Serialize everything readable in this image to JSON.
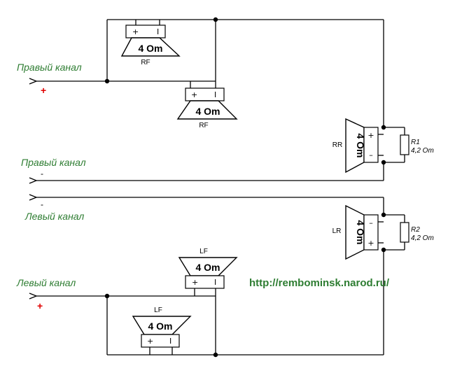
{
  "channels": {
    "right_plus_label": "Правый канал",
    "right_minus_label": "Правый канал",
    "left_minus_label": "Левый канал",
    "left_plus_label": "Левый канал",
    "plus_sign": "+",
    "minus_sign": "-"
  },
  "speakers": {
    "rf_top": {
      "impedance": "4 Om",
      "tag": "RF",
      "pos": "+",
      "neg": "I"
    },
    "rf_bottom": {
      "impedance": "4 Om",
      "tag": "RF",
      "pos": "+",
      "neg": "I"
    },
    "rr": {
      "impedance": "4 Om",
      "tag": "RR",
      "pos": "+",
      "neg": "–"
    },
    "lr": {
      "impedance": "4 Om",
      "tag": "LR",
      "pos": "+",
      "neg": "–"
    },
    "lf_top": {
      "impedance": "4 Om",
      "tag": "LF",
      "pos": "+",
      "neg": "I"
    },
    "lf_bottom": {
      "impedance": "4 Om",
      "tag": "LF",
      "pos": "+",
      "neg": "I"
    }
  },
  "resistors": {
    "r1": {
      "name": "R1",
      "value": "4,2 Om"
    },
    "r2": {
      "name": "R2",
      "value": "4,2 Om"
    }
  },
  "website": "http://rembominsk.narod.ru/",
  "colors": {
    "label_green": "#2e7d32",
    "plus_red": "#e00000",
    "wire": "#000000"
  }
}
